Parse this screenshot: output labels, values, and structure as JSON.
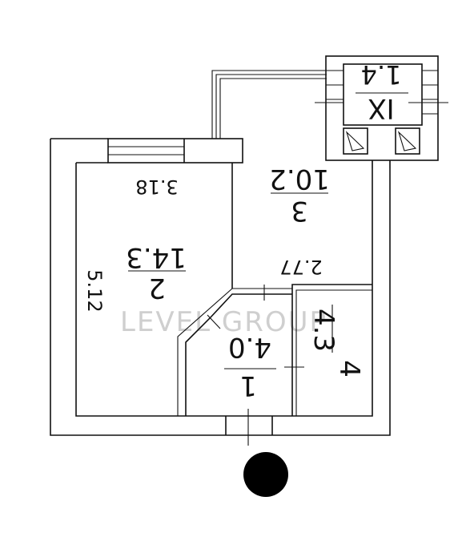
{
  "watermark": "LEVEL GROUP",
  "dimensions": {
    "top_width": "3.18",
    "left_height": "5.12",
    "room3_width": "2.77"
  },
  "rooms": {
    "r1": {
      "number": "1",
      "area": "4.0"
    },
    "r2": {
      "number": "2",
      "area": "14.3"
    },
    "r3": {
      "number": "3",
      "area": "10.2"
    },
    "r4": {
      "number": "4",
      "area": "4.3"
    },
    "r9": {
      "number": "IX",
      "area": "1.4"
    }
  }
}
